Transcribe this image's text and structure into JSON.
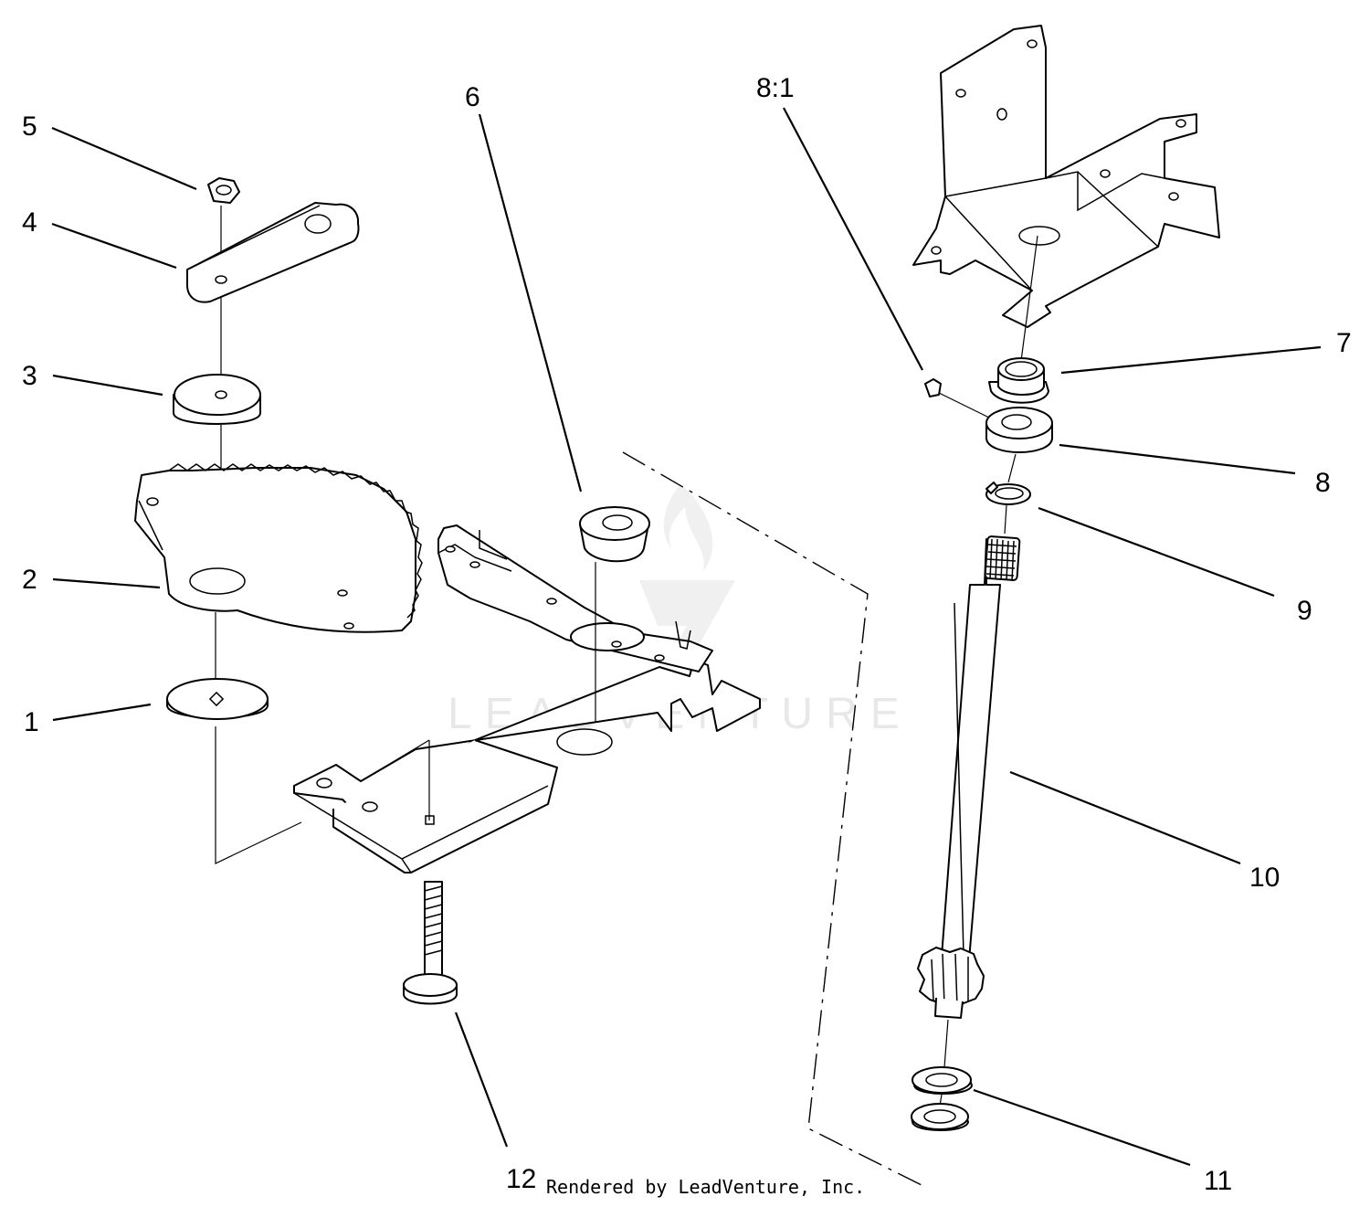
{
  "callouts": [
    {
      "id": "1",
      "label": "1"
    },
    {
      "id": "2",
      "label": "2"
    },
    {
      "id": "3",
      "label": "3"
    },
    {
      "id": "4",
      "label": "4"
    },
    {
      "id": "5",
      "label": "5"
    },
    {
      "id": "6",
      "label": "6"
    },
    {
      "id": "7",
      "label": "7"
    },
    {
      "id": "8",
      "label": "8"
    },
    {
      "id": "8_1",
      "label": "8:1"
    },
    {
      "id": "9",
      "label": "9"
    },
    {
      "id": "10",
      "label": "10"
    },
    {
      "id": "11",
      "label": "11"
    },
    {
      "id": "12",
      "label": "12"
    }
  ],
  "credit": "Rendered by LeadVenture, Inc.",
  "watermark": "LEADVENTURE",
  "colors": {
    "line": "#000000",
    "background": "#ffffff",
    "watermark": "#d9d9d9"
  }
}
